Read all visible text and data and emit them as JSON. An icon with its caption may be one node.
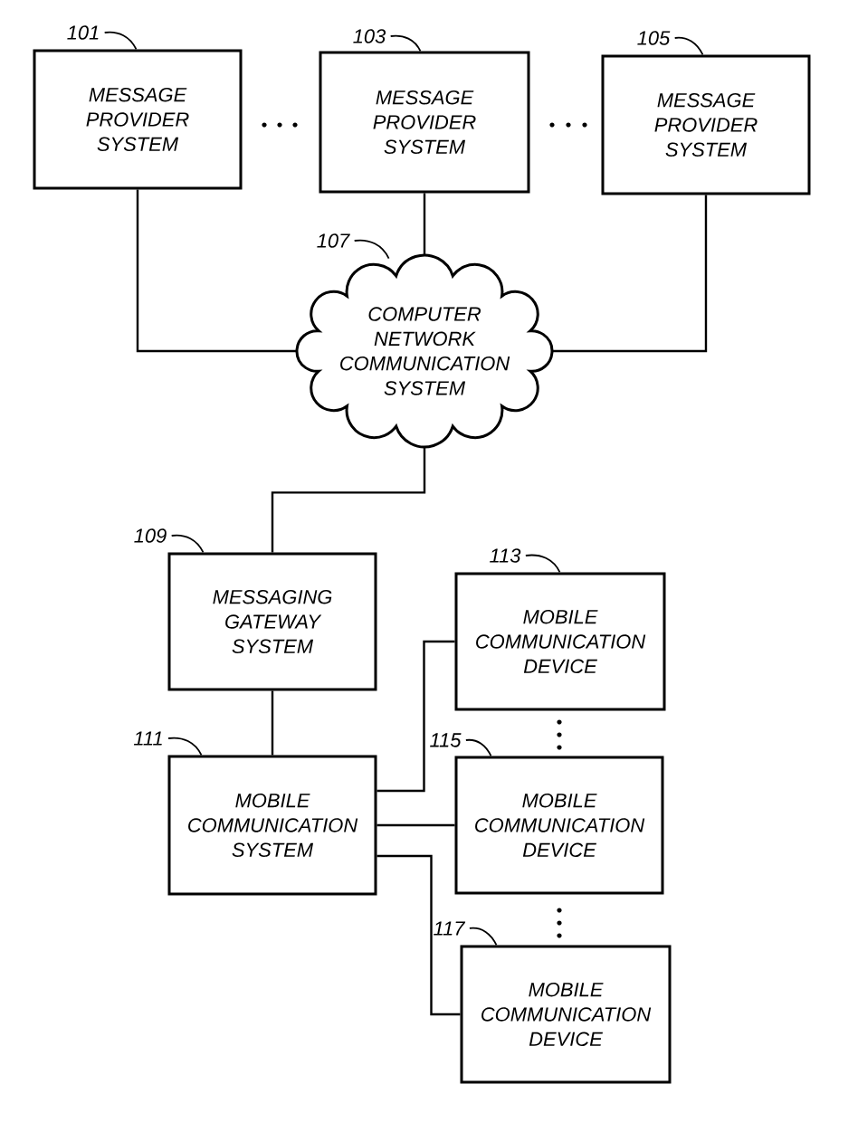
{
  "diagram": {
    "nodes": [
      {
        "text": [
          "101"
        ]
      },
      {
        "text": [
          "MESSAGE PROVIDER SYSTEM"
        ]
      },
      {
        "text": [
          "103"
        ]
      },
      {
        "text": [
          "MESSAGE PROVIDER SYSTEM"
        ]
      },
      {
        "text": [
          "105"
        ]
      },
      {
        "text": [
          "MESSAGE PROVIDER SYSTEM"
        ]
      },
      {
        "text": [
          "107"
        ]
      },
      {
        "text": [
          "COMPUTER NETWORK COMMUNICATION SYSTEM"
        ]
      },
      {
        "text": [
          "109"
        ]
      },
      {
        "text": [
          "MESSAGING GATEWAY SYSTEM"
        ]
      },
      {
        "text": [
          "113"
        ]
      },
      {
        "text": [
          "MOBILE COMMUNICATION DEVICE"
        ]
      },
      {
        "text": [
          "111"
        ]
      },
      {
        "text": [
          "MOBILE COMMUNICATION SYSTEM"
        ]
      },
      {
        "text": [
          "115"
        ]
      },
      {
        "text": [
          "MOBILE COMMUNICATION DEVICE"
        ]
      },
      {
        "text": [
          "117"
        ]
      },
      {
        "text": [
          "MOBILE COMMUNICATION DEVICE"
        ]
      }
    ],
    "edges": [
      {
        "from": 1,
        "to": 7,
        "arrow": "none"
      },
      {
        "from": 3,
        "to": 7,
        "arrow": "none"
      },
      {
        "from": 5,
        "to": 7,
        "arrow": "none"
      },
      {
        "from": 7,
        "to": 9,
        "arrow": "none"
      },
      {
        "from": 9,
        "to": 13,
        "arrow": "none"
      },
      {
        "from": 13,
        "to": 11,
        "arrow": "none"
      },
      {
        "from": 13,
        "to": 15,
        "arrow": "none"
      },
      {
        "from": 13,
        "to": 17,
        "arrow": "none"
      },
      {
        "from": 0,
        "to": 1,
        "arrow": "none"
      },
      {
        "from": 2,
        "to": 3,
        "arrow": "none"
      },
      {
        "from": 4,
        "to": 5,
        "arrow": "none"
      },
      {
        "from": 6,
        "to": 7,
        "arrow": "none"
      },
      {
        "from": 8,
        "to": 9,
        "arrow": "none"
      },
      {
        "from": 10,
        "to": 11,
        "arrow": "none"
      },
      {
        "from": 12,
        "to": 13,
        "arrow": "none"
      },
      {
        "from": 14,
        "to": 15,
        "arrow": "none"
      },
      {
        "from": 16,
        "to": 17,
        "arrow": "none"
      }
    ]
  }
}
